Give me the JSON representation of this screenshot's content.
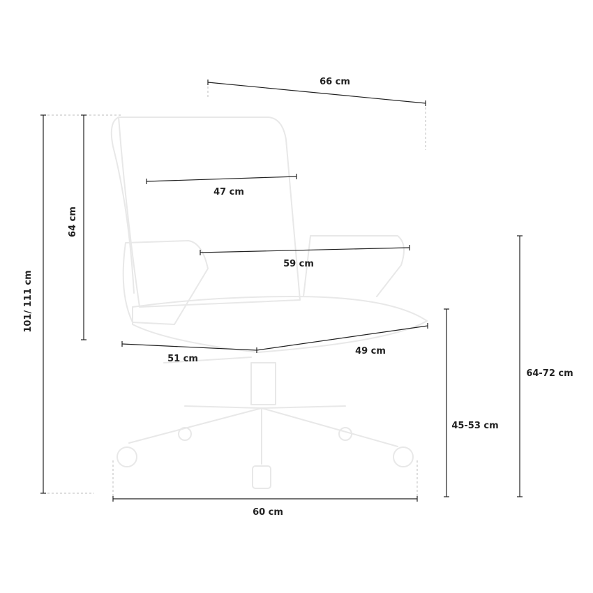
{
  "labels": {
    "top_width": "66 cm",
    "backrest_width": "47 cm",
    "backrest_height": "64 cm",
    "armrest_width": "59 cm",
    "total_height": "101/ 111 cm",
    "seat_depth": "51 cm",
    "seat_width": "49 cm",
    "seat_height": "45-53 cm",
    "armrest_height": "64-72 cm",
    "base_width": "60 cm"
  },
  "colors": {
    "dimension_line": "#222222",
    "chair_outline": "#e8e8e8",
    "guide_line": "#bdbdbd"
  }
}
